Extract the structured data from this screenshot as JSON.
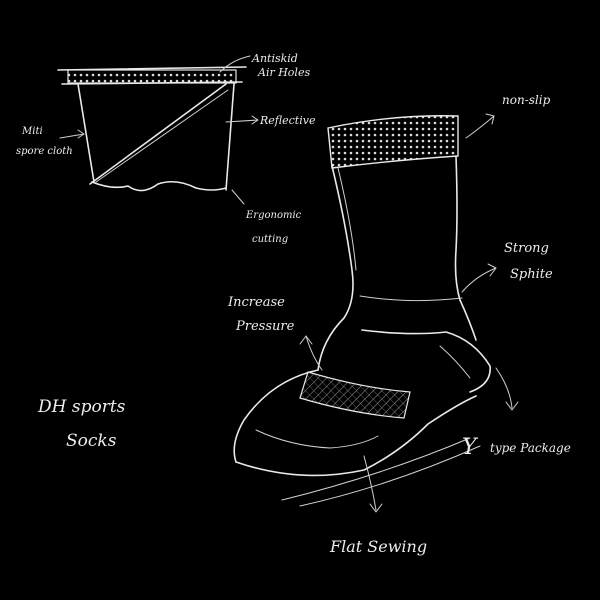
{
  "title": {
    "line1": "DH sports",
    "line2": "Socks"
  },
  "detail_sketch": {
    "antiskid_line1": "Antiskid",
    "antiskid_line2": "Air Holes",
    "reflective": "Reflective",
    "fabric_line1": "Miti",
    "fabric_line2": "spore cloth",
    "ergonomic_line1": "Ergonomic",
    "ergonomic_line2": "cutting"
  },
  "sock_sketch": {
    "non_slip": "non-slip",
    "strong_line1": "Strong",
    "strong_line2": "Sphite",
    "pressure_line1": "Increase",
    "pressure_line2": "Pressure",
    "package_letter": "Y",
    "package_text": "type Package",
    "seam": "Flat Sewing"
  },
  "colors": {
    "background": "#000000",
    "chalk": "#e9e9e9"
  }
}
